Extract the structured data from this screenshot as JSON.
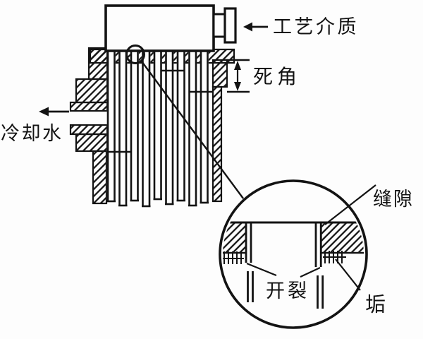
{
  "diagram": {
    "type": "technical-line-drawing",
    "subject": "shell-and-tube cooler corrosion failure diagram with magnified tube-to-tubesheet joint detail"
  },
  "colors": {
    "ink": "#131313",
    "background": "#fdfdfd"
  },
  "labels": {
    "process_medium": "工艺介质",
    "dead_corner": "死角",
    "cooling_water": "冷却水",
    "crevice": "缝隙",
    "cracking": "开裂",
    "scale": "垢"
  },
  "arrows": {
    "process_medium_arrow": "left",
    "cooling_water_arrow": "left",
    "dead_corner_dimension": "vertical-double-arrow"
  }
}
